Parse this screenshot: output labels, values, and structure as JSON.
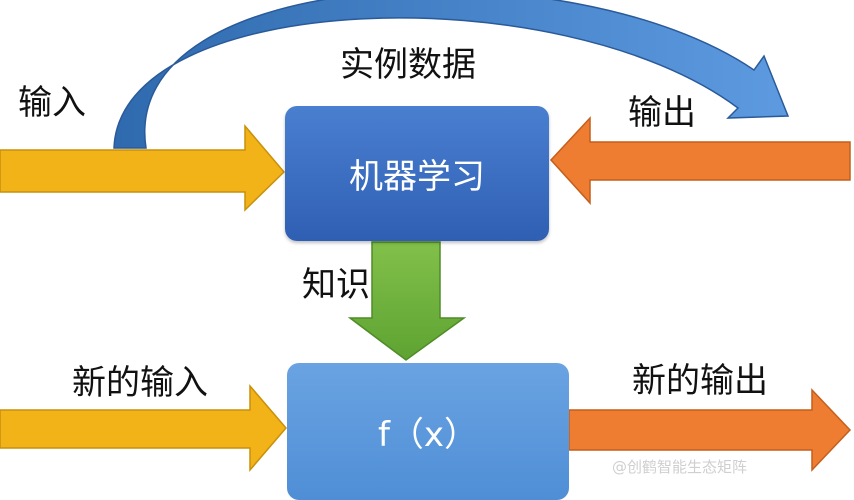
{
  "labels": {
    "instance_data": "实例数据",
    "input": "输入",
    "output": "输出",
    "knowledge": "知识",
    "new_input": "新的输入",
    "new_output": "新的输出"
  },
  "boxes": {
    "machine_learning": "机器学习",
    "function": "f（x）"
  },
  "watermark": "@创鹤智能生态矩阵",
  "colors": {
    "yellow_arrow": "#f2b318",
    "orange_arrow": "#ee7d32",
    "green_arrow": "#6fb33f",
    "blue_curve": "#4a86cf",
    "box_dark_blue": "#3467ba",
    "box_light_blue": "#5b97db"
  }
}
